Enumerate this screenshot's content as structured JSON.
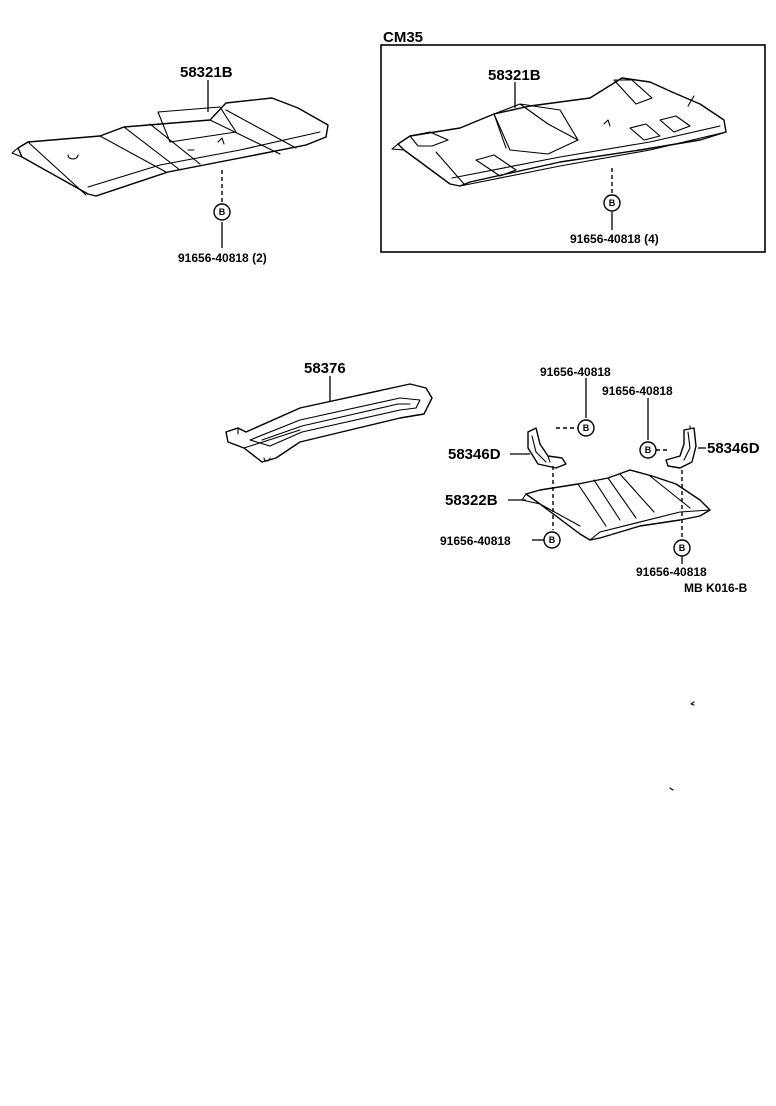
{
  "labels": {
    "top_left_panel": "58321B",
    "top_left_bolt": "91656-40818 (2)",
    "variant_code": "CM35",
    "variant_panel": "58321B",
    "variant_bolt": "91656-40818 (4)",
    "guard_strip": "58376",
    "bracket_left_bolt": "91656-40818",
    "bracket_right_bolt": "91656-40818",
    "bracket_left": "58346D",
    "bracket_right": "58346D",
    "lower_panel": "58322B",
    "lower_left_bolt": "91656-40818",
    "lower_right_bolt": "91656-40818",
    "diagram_code": "MB  K016-B"
  },
  "bolt_marker": "B",
  "icons": [
    "bolt-marker-icon"
  ]
}
